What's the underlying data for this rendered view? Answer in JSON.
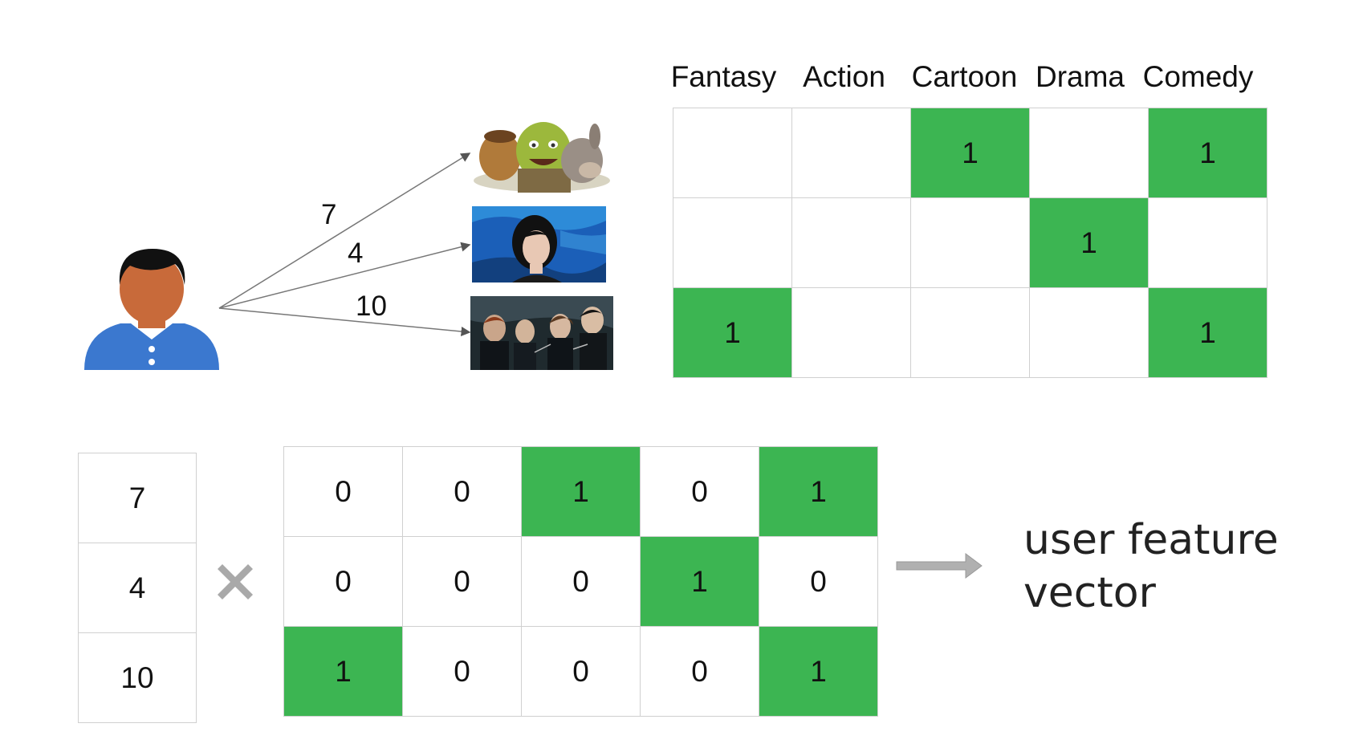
{
  "genres": [
    "Fantasy",
    "Action",
    "Cartoon",
    "Drama",
    "Comedy"
  ],
  "ratings": [
    {
      "movie": "movie-1",
      "value": "7"
    },
    {
      "movie": "movie-2",
      "value": "4"
    },
    {
      "movie": "movie-3",
      "value": "10"
    }
  ],
  "item_matrix_top": [
    [
      "",
      "",
      "1",
      "",
      "1"
    ],
    [
      "",
      "",
      "",
      "1",
      ""
    ],
    [
      "1",
      "",
      "",
      "",
      "1"
    ]
  ],
  "item_matrix_bottom": [
    [
      "0",
      "0",
      "1",
      "0",
      "1"
    ],
    [
      "0",
      "0",
      "0",
      "1",
      "0"
    ],
    [
      "1",
      "0",
      "0",
      "0",
      "1"
    ]
  ],
  "rating_vector": [
    "7",
    "4",
    "10"
  ],
  "result": {
    "line1": "user feature",
    "line2": "vector"
  },
  "colors": {
    "highlight": "#3cb552",
    "user_skin": "#c86a3a",
    "user_shirt": "#3b78cf",
    "arrow": "#b0b0b0"
  }
}
